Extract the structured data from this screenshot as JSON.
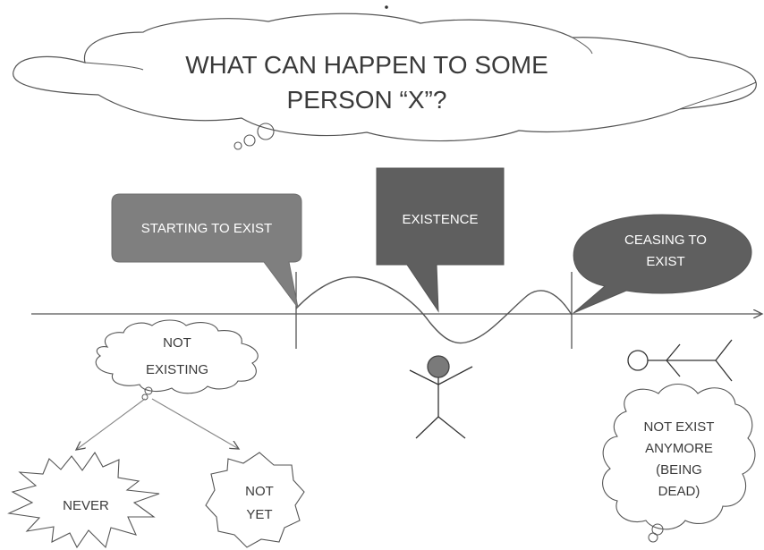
{
  "title": {
    "line1": "WHAT CAN HAPPEN TO SOME",
    "line2": "PERSON “X”?"
  },
  "callouts": {
    "starting": "STARTING TO EXIST",
    "existence": "EXISTENCE",
    "ceasing_line1": "CEASING TO",
    "ceasing_line2": "EXIST"
  },
  "not_existing": {
    "line1": "NOT",
    "line2": "EXISTING"
  },
  "never": "NEVER",
  "not_yet": {
    "line1": "NOT",
    "line2": "YET"
  },
  "not_exist_anymore": {
    "line1": "NOT EXIST",
    "line2": "ANYMORE",
    "line3": "(BEING",
    "line4": "DEAD)"
  },
  "colors": {
    "callout_light": "#7f7f7f",
    "callout_dark": "#5f5f5f",
    "line": "#555555",
    "figure_head": "#7a7a7a"
  }
}
